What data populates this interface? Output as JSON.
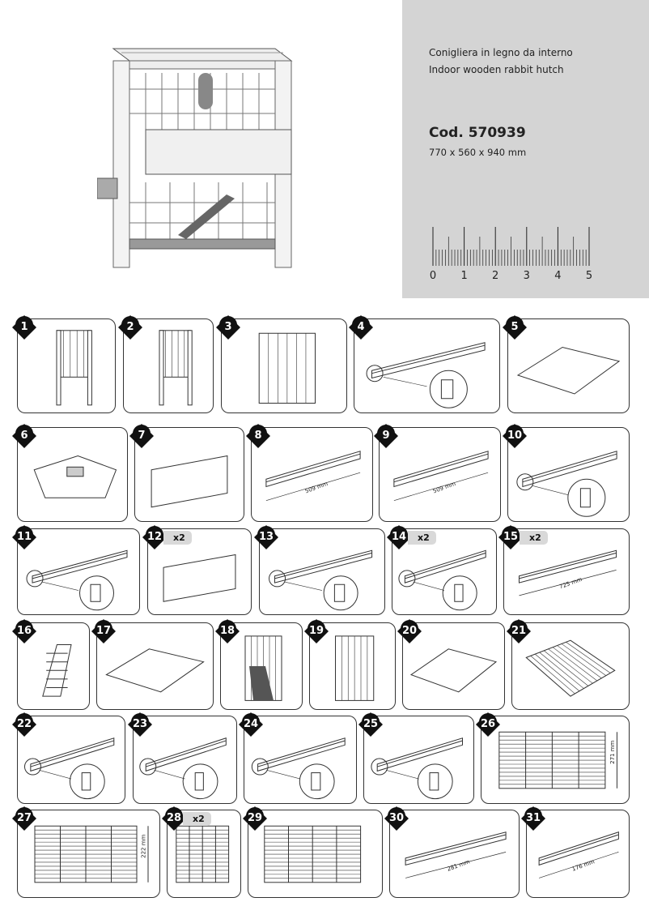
{
  "product": {
    "name_it": "Conigliera in legno da interno",
    "name_en": "Indoor wooden rabbit hutch",
    "code": "Cod. 570939",
    "dimensions": "770 x 560  x 940 mm"
  },
  "ruler": {
    "labels": [
      "0",
      "1",
      "2",
      "3",
      "4",
      "5"
    ],
    "unit": "cm"
  },
  "parts": [
    {
      "number": "1",
      "multiplier": "",
      "dimension": ""
    },
    {
      "number": "2",
      "multiplier": "",
      "dimension": ""
    },
    {
      "number": "3",
      "multiplier": "",
      "dimension": ""
    },
    {
      "number": "4",
      "multiplier": "",
      "dimension": ""
    },
    {
      "number": "5",
      "multiplier": "",
      "dimension": ""
    },
    {
      "number": "6",
      "multiplier": "",
      "dimension": ""
    },
    {
      "number": "7",
      "multiplier": "",
      "dimension": ""
    },
    {
      "number": "8",
      "multiplier": "",
      "dimension": "509 mm"
    },
    {
      "number": "9",
      "multiplier": "",
      "dimension": "509 mm"
    },
    {
      "number": "10",
      "multiplier": "",
      "dimension": ""
    },
    {
      "number": "11",
      "multiplier": "",
      "dimension": ""
    },
    {
      "number": "12",
      "multiplier": "x2",
      "dimension": ""
    },
    {
      "number": "13",
      "multiplier": "",
      "dimension": ""
    },
    {
      "number": "14",
      "multiplier": "x2",
      "dimension": ""
    },
    {
      "number": "15",
      "multiplier": "x2",
      "dimension": "725 mm"
    },
    {
      "number": "16",
      "multiplier": "",
      "dimension": ""
    },
    {
      "number": "17",
      "multiplier": "",
      "dimension": ""
    },
    {
      "number": "18",
      "multiplier": "",
      "dimension": ""
    },
    {
      "number": "19",
      "multiplier": "",
      "dimension": ""
    },
    {
      "number": "20",
      "multiplier": "",
      "dimension": ""
    },
    {
      "number": "21",
      "multiplier": "",
      "dimension": ""
    },
    {
      "number": "22",
      "multiplier": "",
      "dimension": ""
    },
    {
      "number": "23",
      "multiplier": "",
      "dimension": ""
    },
    {
      "number": "24",
      "multiplier": "",
      "dimension": ""
    },
    {
      "number": "25",
      "multiplier": "",
      "dimension": ""
    },
    {
      "number": "26",
      "multiplier": "",
      "dimension": "271 mm"
    },
    {
      "number": "27",
      "multiplier": "",
      "dimension": "222 mm"
    },
    {
      "number": "28",
      "multiplier": "x2",
      "dimension": ""
    },
    {
      "number": "29",
      "multiplier": "",
      "dimension": ""
    },
    {
      "number": "30",
      "multiplier": "",
      "dimension": "281 mm"
    },
    {
      "number": "31",
      "multiplier": "",
      "dimension": "176 mm"
    }
  ]
}
